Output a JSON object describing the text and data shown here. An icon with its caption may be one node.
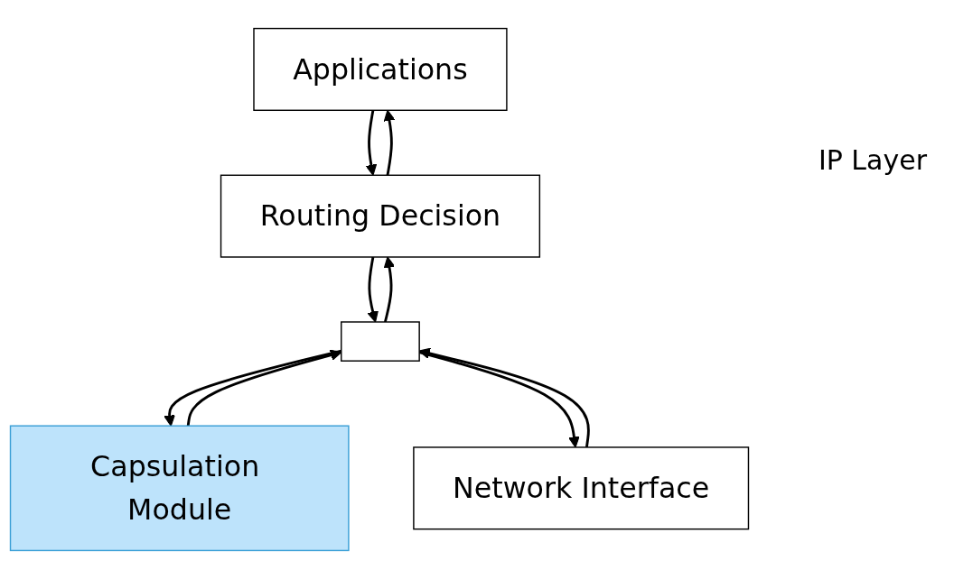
{
  "diagram": {
    "nodes": [
      {
        "text": [
          "Applications"
        ]
      },
      {
        "text": [
          "Routing Decision"
        ]
      },
      {
        "text": [],
        "shape": "box"
      },
      {
        "text": [
          "Capsulation Module"
        ]
      },
      {
        "text": [
          "Network Interface"
        ]
      }
    ],
    "edges": [
      {
        "from": 0,
        "to": 1,
        "arrow": "to"
      },
      {
        "from": 1,
        "to": 0,
        "arrow": "to"
      },
      {
        "from": 1,
        "to": 2,
        "arrow": "to"
      },
      {
        "from": 2,
        "to": 1,
        "arrow": "to"
      },
      {
        "from": 3,
        "to": 2,
        "arrow": "to"
      },
      {
        "from": 2,
        "to": 3,
        "arrow": "to"
      },
      {
        "from": 2,
        "to": 4,
        "arrow": "to"
      },
      {
        "from": 4,
        "to": 2,
        "arrow": "to"
      }
    ],
    "labels": [
      "IP Layer"
    ]
  }
}
